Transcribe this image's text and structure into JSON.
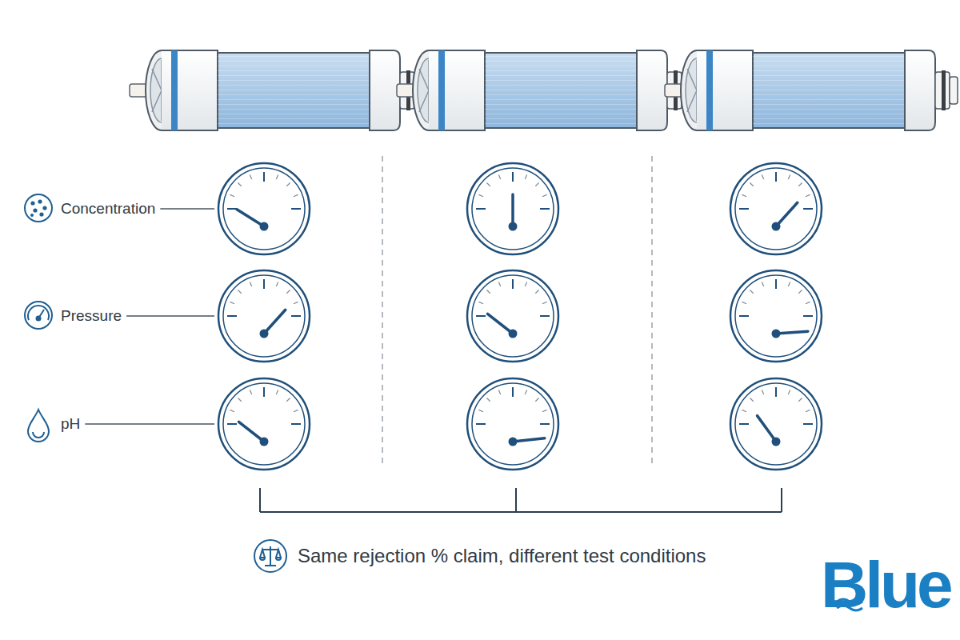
{
  "diagram": {
    "caption": "Same rejection % claim, different test conditions",
    "labels": [
      "Concentration",
      "Pressure",
      "pH",
      "Blue"
    ]
  }
}
